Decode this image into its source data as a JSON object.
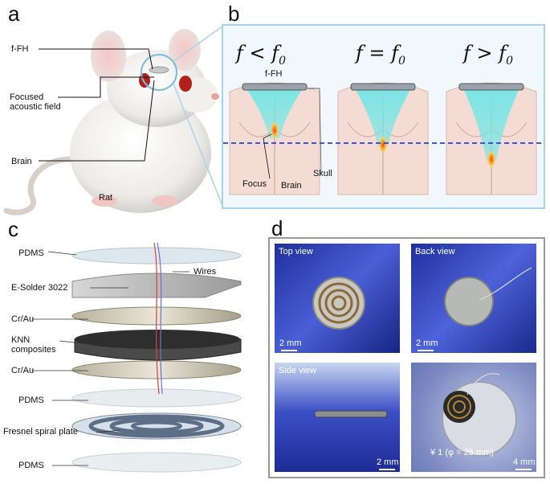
{
  "panels": {
    "a": {
      "label": "a",
      "f_fh": "f-FH",
      "focused_field": "Focused\nacoustic field",
      "brain": "Brain",
      "rat": "Rat"
    },
    "b": {
      "label": "b",
      "formula_lt": {
        "f": "f",
        "op": " < ",
        "f0": "f",
        "sub": "0"
      },
      "formula_eq": {
        "f": "f",
        "op": " = ",
        "f0": "f",
        "sub": "0"
      },
      "formula_gt": {
        "f": "f",
        "op": " > ",
        "f0": "f",
        "sub": "0"
      },
      "f_fh": "f-FH",
      "focus": "Focus",
      "brain": "Brain",
      "skull": "Skull"
    },
    "c": {
      "label": "c",
      "layers": [
        "PDMS",
        "E-Solder 3022",
        "Cr/Au",
        "KNN\ncomposites",
        "Cr/Au",
        "PDMS",
        "Fresnel spiral plate",
        "PDMS"
      ],
      "wires": "Wires"
    },
    "d": {
      "label": "d",
      "top_view": "Top view",
      "back_view": "Back view",
      "side_view": "Side view",
      "scale_2mm": "2 mm",
      "scale_4mm": "4 mm",
      "coin": "¥ 1 (φ = 25 mm)"
    }
  },
  "colors": {
    "panel_b_border": "#a9d3ea",
    "acoustic_beam": "#6fe6e6",
    "focus": "#f0a030",
    "dashed_line": "#2a3fd8",
    "glove_blue": "#2b3cb3"
  }
}
